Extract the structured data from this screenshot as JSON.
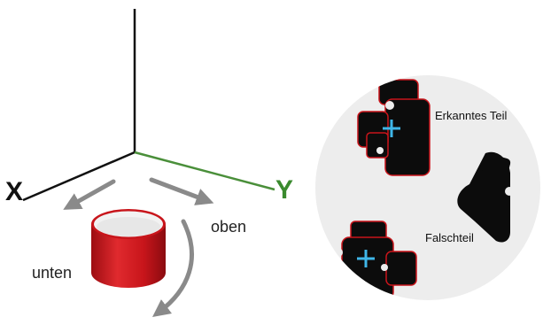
{
  "diagram": {
    "axes": {
      "x_label": "X",
      "y_label": "Y"
    },
    "directions": {
      "up": "oben",
      "down": "unten"
    },
    "camera_view": {
      "detected_label": "Erkanntes Teil",
      "wrong_label": "Falschteil"
    },
    "colors": {
      "axis_black": "#111111",
      "axis_green": "#4a8f3a",
      "arrow_gray": "#8a8a8a",
      "part_red": "#c8151b",
      "marker_cyan": "#3fb6e8",
      "camera_bg": "#eeeeee"
    }
  }
}
